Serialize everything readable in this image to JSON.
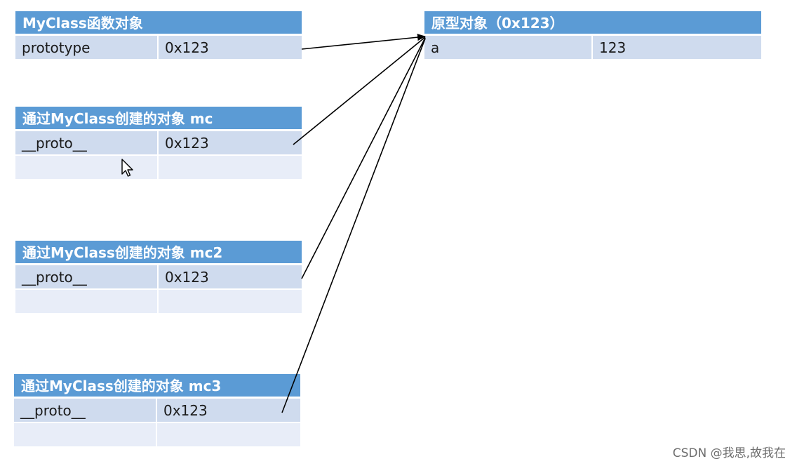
{
  "tables": {
    "myclass": {
      "header": "MyClass函数对象",
      "rows": [
        [
          "prototype",
          "0x123"
        ]
      ]
    },
    "mc": {
      "header": "通过MyClass创建的对象 mc",
      "rows": [
        [
          "__proto__",
          "0x123"
        ],
        [
          "",
          ""
        ]
      ]
    },
    "mc2": {
      "header": "通过MyClass创建的对象 mc2",
      "rows": [
        [
          "__proto__",
          "0x123"
        ],
        [
          "",
          ""
        ]
      ]
    },
    "mc3": {
      "header": "通过MyClass创建的对象 mc3",
      "rows": [
        [
          "__proto__",
          "0x123"
        ],
        [
          "",
          ""
        ]
      ]
    },
    "proto": {
      "header": "原型对象（0x123）",
      "rows": [
        [
          "a",
          "123"
        ]
      ]
    }
  },
  "colors": {
    "header_bg": "#5b9bd5",
    "row_odd": "#cfdbee",
    "row_even": "#e8edf8",
    "arrow": "#000000"
  },
  "watermark": "CSDN @我思,故我在"
}
